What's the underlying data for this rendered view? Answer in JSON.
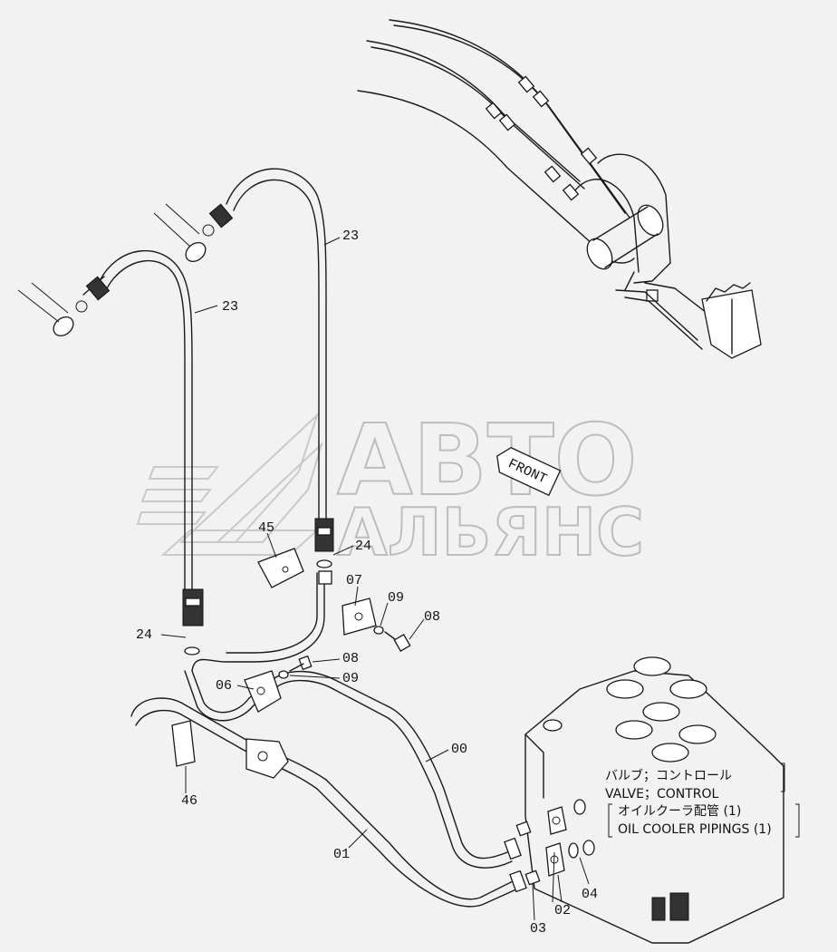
{
  "watermark": {
    "line1": "АВТО",
    "line2": "АЛЬЯНС"
  },
  "front_tag": "FRONT",
  "callouts": {
    "p23a": "23",
    "p23b": "23",
    "p24a": "24",
    "p24b": "24",
    "p45": "45",
    "p07": "07",
    "p09a": "09",
    "p08a": "08",
    "p08b": "08",
    "p09b": "09",
    "p06": "06",
    "p46": "46",
    "p00": "00",
    "p01": "01",
    "p02": "02",
    "p03": "03",
    "p04": "04"
  },
  "note": {
    "line1": "バルブ；コントロール",
    "line2": "VALVE；CONTROL",
    "line3": "オイルクーラ配管 (1)",
    "line4": "OIL COOLER PIPINGS (1)"
  }
}
